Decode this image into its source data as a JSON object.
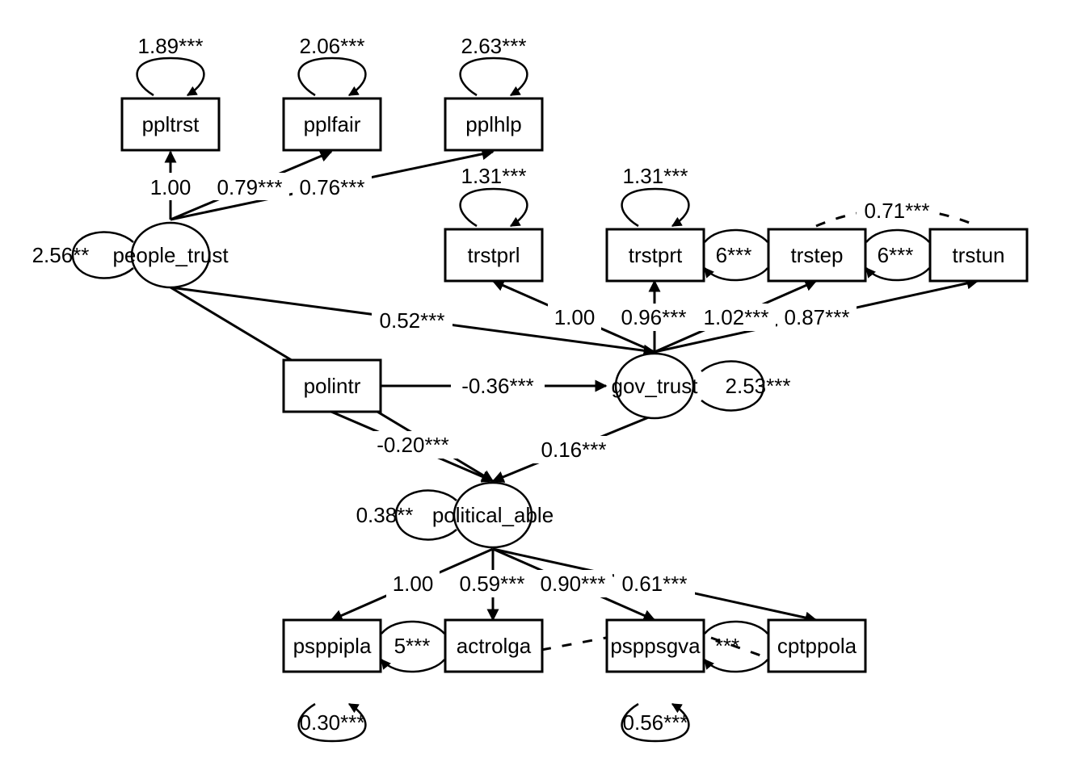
{
  "manifest": {
    "nodes": {
      "ppltrst": "ppltrst",
      "pplfair": "pplfair",
      "pplhlp": "pplhlp",
      "people_trust": "people_trust",
      "trstprl": "trstprl",
      "trstprt": "trstprt",
      "trstep": "trstep",
      "trstun": "trstun",
      "polintr": "polintr",
      "gov_trust": "gov_trust",
      "political_able": "political_able",
      "psppipla": "psppipla",
      "actrolga": "actrolga",
      "psppsgva": "psppsgva",
      "cptppola": "cptppola"
    }
  },
  "loadings": {
    "people_ppltrst": "1.00",
    "people_pplfair": "0.79***",
    "people_pplhlp": "0.76***",
    "gov_trstprl": "1.00",
    "gov_trstprt": "0.96***",
    "gov_trstep": "1.02***",
    "gov_trstun": "0.87***",
    "able_psppipla": "1.00",
    "able_actrolga": "0.59***",
    "able_psppsgva": "0.90***",
    "able_cptppola": "0.61***"
  },
  "paths": {
    "people_gov": "0.52***",
    "polintr_gov": "-0.36***",
    "polintr_able": "-0.20***",
    "gov_able": "0.16***"
  },
  "covariances": {
    "trstprt_trstep": "6***",
    "trstep_trstun": "6***",
    "trstprt_trstun": "0.71***",
    "psppipla_actrolga": "5***",
    "psppsgva_cptppola": "***"
  },
  "variances": {
    "ppltrst": "1.89***",
    "pplfair": "2.06***",
    "pplhlp": "2.63***",
    "trstprl": "1.31***",
    "trstprt": "1.31***",
    "people_trust": "2.56**",
    "gov_trust": "2.53***",
    "political_able": "0.38**",
    "psppipla": "0.30***",
    "psppsgva": "0.56***"
  }
}
